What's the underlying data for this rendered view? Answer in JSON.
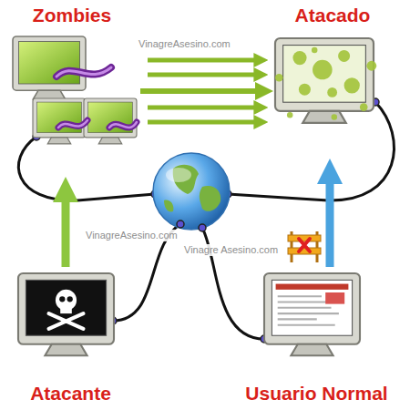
{
  "diagram": {
    "nodes": [
      {
        "text": [
          "Zombies"
        ]
      },
      {
        "text": [
          "Atacado"
        ]
      },
      {
        "text": [
          "Atacante"
        ]
      },
      {
        "text": [
          "Usuario Normal"
        ]
      }
    ],
    "edges": [
      {
        "from": 2,
        "to": 0,
        "arrow": "to"
      },
      {
        "from": 0,
        "to": 1,
        "arrow": "to"
      },
      {
        "from": 3,
        "to": 1,
        "arrow": "to"
      }
    ],
    "labels": [
      "VinagreAsesino.com",
      "VinagreAsesino.com",
      "Vinagre Asesino.com"
    ]
  }
}
